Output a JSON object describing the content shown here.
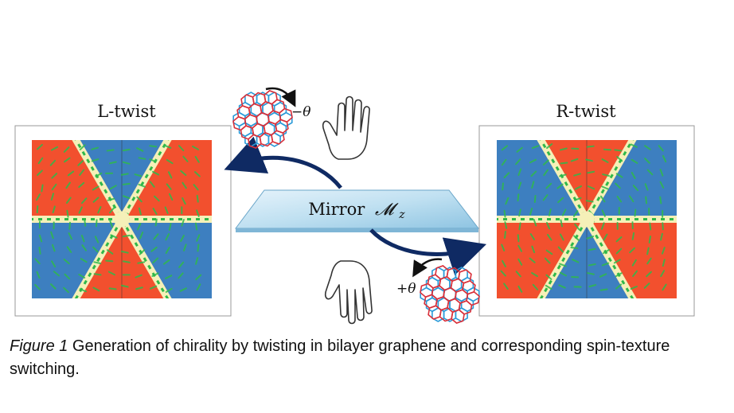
{
  "figure": {
    "left_panel_title": "L-twist",
    "right_panel_title": "R-twist",
    "mirror_label": "Mirror",
    "mirror_symbol": "𝓜",
    "mirror_subscript": "z",
    "left_angle_label": "−θ",
    "right_angle_label": "+θ",
    "colors": {
      "red": "#f2502e",
      "blue": "#3d7fc0",
      "domain_wall": "#f5f0b8",
      "spin_arrows": "#2fb84a",
      "curved_arrow": "#0f2a63",
      "lattice_red": "#d9303a",
      "lattice_blue": "#2a9ad8"
    },
    "icons": [
      "left-hand-icon",
      "right-hand-icon",
      "graphene-bilayer-icon",
      "twist-arrow-icon"
    ]
  },
  "caption": {
    "figure_label": "Figure 1",
    "text": " Generation of chirality by twisting in bilayer graphene and corresponding spin-texture switching."
  }
}
